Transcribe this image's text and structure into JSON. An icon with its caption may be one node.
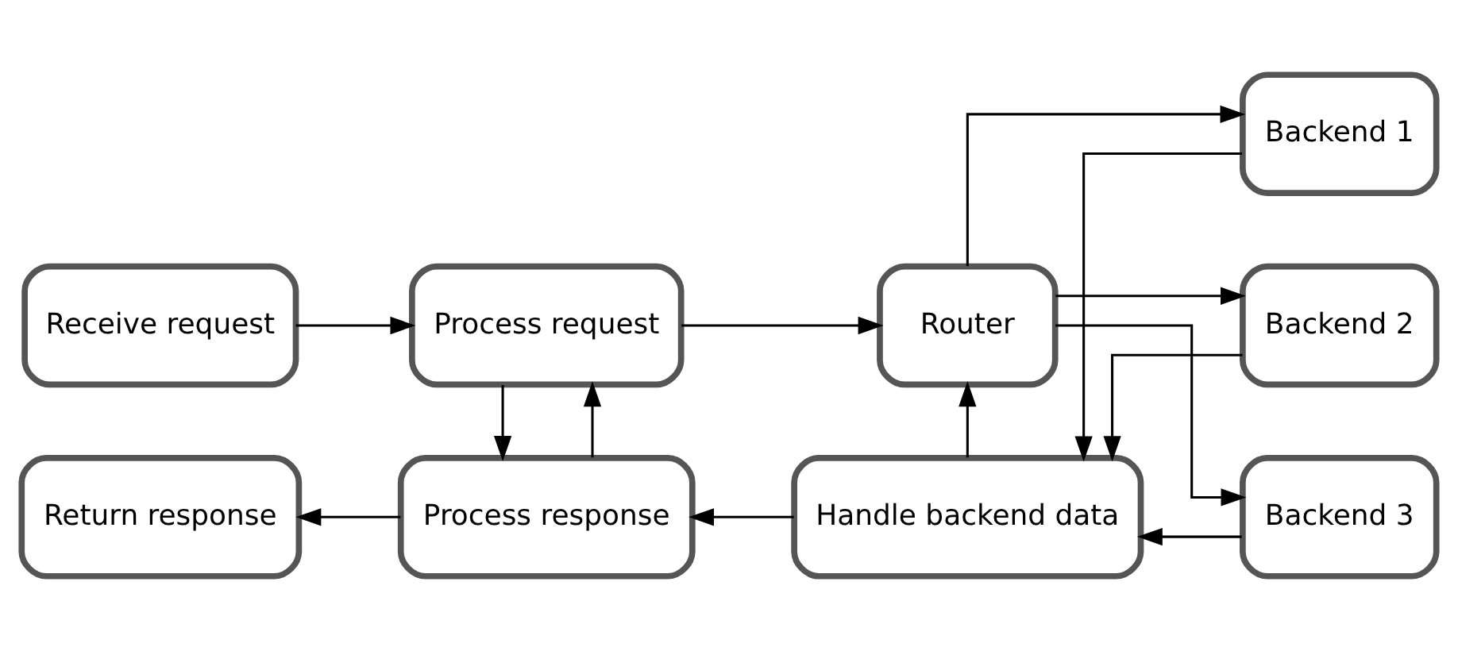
{
  "diagram": {
    "nodes": [
      {
        "text": [
          "Receive request"
        ]
      },
      {
        "text": [
          "Process request"
        ]
      },
      {
        "text": [
          "Router"
        ]
      },
      {
        "text": [
          "Backend 1"
        ]
      },
      {
        "text": [
          "Backend 2"
        ]
      },
      {
        "text": [
          "Backend 3"
        ]
      },
      {
        "text": [
          "Return response"
        ]
      },
      {
        "text": [
          "Process response"
        ]
      },
      {
        "text": [
          "Handle backend data"
        ]
      }
    ],
    "edges": [
      {
        "from": 0,
        "to": 1,
        "arrow": "to"
      },
      {
        "from": 7,
        "to": 1,
        "arrow": "to"
      },
      {
        "from": 1,
        "to": 2,
        "arrow": "to"
      },
      {
        "from": 8,
        "to": 2,
        "arrow": "to"
      },
      {
        "from": 2,
        "to": 3,
        "arrow": "to"
      },
      {
        "from": 2,
        "to": 4,
        "arrow": "to"
      },
      {
        "from": 2,
        "to": 5,
        "arrow": "to"
      },
      {
        "from": 3,
        "to": 8,
        "arrow": "to"
      },
      {
        "from": 4,
        "to": 8,
        "arrow": "to"
      },
      {
        "from": 5,
        "to": 8,
        "arrow": "to"
      },
      {
        "from": 8,
        "to": 7,
        "arrow": "to"
      },
      {
        "from": 1,
        "to": 7,
        "arrow": "to"
      },
      {
        "from": 7,
        "to": 6,
        "arrow": "to"
      }
    ]
  }
}
